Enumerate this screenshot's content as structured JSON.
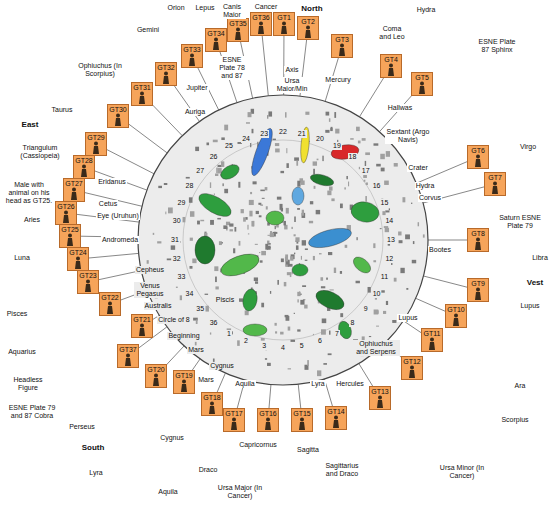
{
  "diagram": {
    "nodes": [
      {
        "text": [
          "GT1"
        ]
      },
      {
        "text": [
          "GT2"
        ]
      },
      {
        "text": [
          "GT3"
        ]
      },
      {
        "text": [
          "GT4"
        ]
      },
      {
        "text": [
          "GT5"
        ]
      },
      {
        "text": [
          "GT6"
        ]
      },
      {
        "text": [
          "GT7"
        ]
      },
      {
        "text": [
          "GT8"
        ]
      },
      {
        "text": [
          "GT9"
        ]
      },
      {
        "text": [
          "GT10"
        ]
      },
      {
        "text": [
          "GT11"
        ]
      },
      {
        "text": [
          "GT12"
        ]
      },
      {
        "text": [
          "GT13"
        ]
      },
      {
        "text": [
          "GT14"
        ]
      },
      {
        "text": [
          "GT15"
        ]
      },
      {
        "text": [
          "GT16"
        ]
      },
      {
        "text": [
          "GT17"
        ]
      },
      {
        "text": [
          "GT18"
        ]
      },
      {
        "text": [
          "GT19"
        ]
      },
      {
        "text": [
          "GT20"
        ]
      },
      {
        "text": [
          "GT21"
        ]
      },
      {
        "text": [
          "GT22"
        ]
      },
      {
        "text": [
          "GT23"
        ]
      },
      {
        "text": [
          "GT24"
        ]
      },
      {
        "text": [
          "GT25"
        ]
      },
      {
        "text": [
          "GT26"
        ]
      },
      {
        "text": [
          "GT27"
        ]
      },
      {
        "text": [
          "GT28"
        ]
      },
      {
        "text": [
          "GT29"
        ]
      },
      {
        "text": [
          "GT30"
        ]
      },
      {
        "text": [
          "GT31"
        ]
      },
      {
        "text": [
          "GT32"
        ]
      },
      {
        "text": [
          "GT33"
        ]
      },
      {
        "text": [
          "GT34"
        ]
      },
      {
        "text": [
          "GT35"
        ]
      },
      {
        "text": [
          "GT36"
        ]
      },
      {
        "text": [
          "GT37"
        ]
      }
    ],
    "labels": [
      "North",
      "Orion",
      "Lepus",
      "Canis Maior",
      "Cancer",
      "Gemini",
      "Hydra",
      "Coma and Leo",
      "ESNE Plate 87 Sphinx",
      "Ophiuchus (In Scorpius)",
      "Taurus",
      "East",
      "Triangulum (Cassiopeia)",
      "Male with animal on his head as GT25.",
      "Aries",
      "Luna",
      "Pisces",
      "Aquarius",
      "Headless Figure",
      "ESNE Plate 79 and 87 Cobra",
      "Perseus",
      "South",
      "Lyra",
      "Cygnus",
      "Aquila",
      "Draco",
      "Capricornus",
      "Sagitta",
      "Sagittarius and Draco",
      "Ursa Major (In Cancer)",
      "Ursa Minor (In Cancer)",
      "Scorpius",
      "Ara",
      "Lupus",
      "Vest",
      "Libra",
      "Saturn ESNE Plate 79",
      "Virgo",
      "ESNE Plate 78 and 87",
      "Axis",
      "Ursa Maior/Min",
      "Mercury",
      "Jupiter",
      "Auriga",
      "Hallwas",
      "Sextant (Argo Navis)",
      "Crater",
      "Hydra",
      "Corvus",
      "Bootes",
      "Lupus",
      "Ophiuchus and Serpens",
      "Hercules",
      "Lyra",
      "Aquila",
      "Cygnus",
      "Mars",
      "Beginning",
      "Circle of 8",
      "Australis",
      "Piscis",
      "Venus Pegasus",
      "Cepheus",
      "Andromeda",
      "Eye (Uruhun)",
      "Cetus",
      "Eridanus",
      "Mars",
      "1",
      "2",
      "3",
      "4",
      "5",
      "6",
      "7",
      "8",
      "9",
      "10",
      "11",
      "12",
      "13",
      "14",
      "15",
      "16",
      "17",
      "18",
      "19",
      "20",
      "21",
      "22",
      "23",
      "24",
      "25",
      "26",
      "27",
      "28",
      "29",
      "30",
      "31",
      "32",
      "33",
      "34",
      "35",
      "36"
    ]
  }
}
